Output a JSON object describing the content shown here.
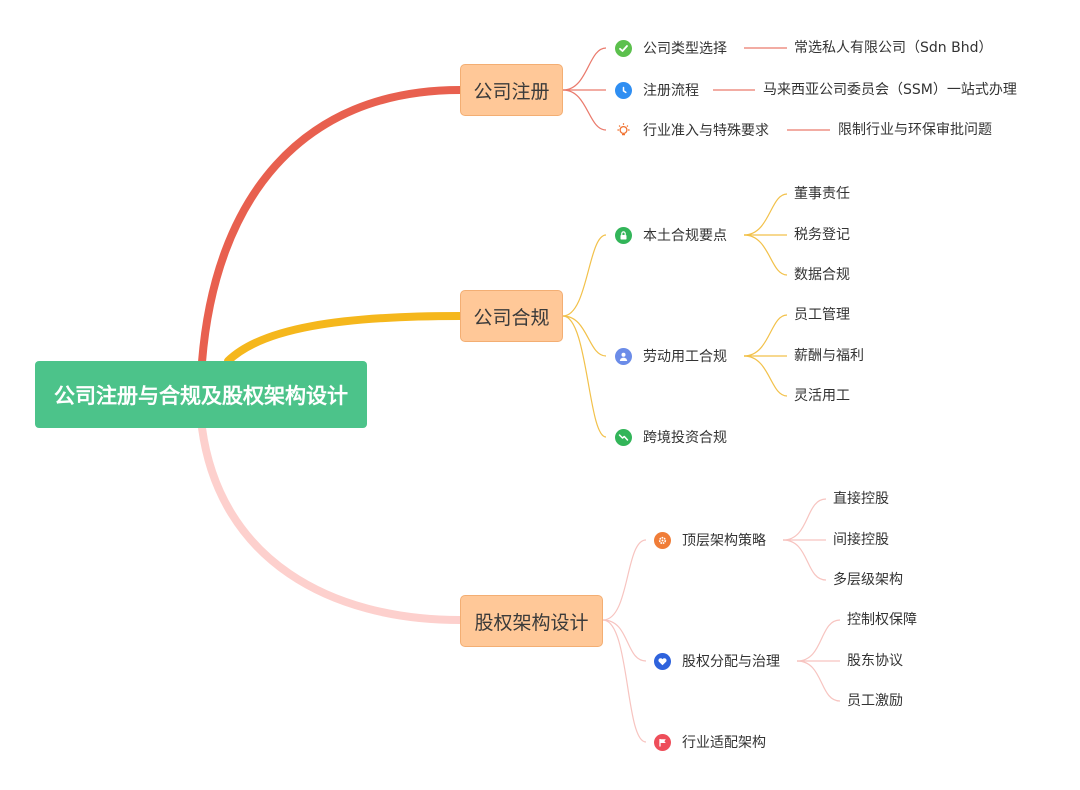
{
  "root": {
    "label": "公司注册与合规及股权架构设计"
  },
  "branches": [
    {
      "label": "公司注册",
      "color": "#e8604f",
      "items": [
        {
          "label": "公司类型选择",
          "icon": "check-circle-icon",
          "icon_color": "#5cc04d",
          "note": "常选私人有限公司（Sdn Bhd）"
        },
        {
          "label": "注册流程",
          "icon": "clock-icon",
          "icon_color": "#2f8ef2",
          "note": "马来西亚公司委员会（SSM）一站式办理"
        },
        {
          "label": "行业准入与特殊要求",
          "icon": "lightbulb-icon",
          "icon_color": "#f0712f",
          "note": "限制行业与环保审批问题"
        }
      ]
    },
    {
      "label": "公司合规",
      "color": "#f5b71c",
      "items": [
        {
          "label": "本土合规要点",
          "icon": "lock-icon",
          "icon_color": "#32b559",
          "children": [
            "董事责任",
            "税务登记",
            "数据合规"
          ]
        },
        {
          "label": "劳动用工合规",
          "icon": "user-icon",
          "icon_color": "#6b8ce8",
          "children": [
            "员工管理",
            "薪酬与福利",
            "灵活用工"
          ]
        },
        {
          "label": "跨境投资合规",
          "icon": "trend-icon",
          "icon_color": "#32b559",
          "children": []
        }
      ]
    },
    {
      "label": "股权架构设计",
      "color": "#f8c7c4",
      "items": [
        {
          "label": "顶层架构策略",
          "icon": "gear-icon",
          "icon_color": "#f07d38",
          "children": [
            "直接控股",
            "间接控股",
            "多层级架构"
          ]
        },
        {
          "label": "股权分配与治理",
          "icon": "heart-icon",
          "icon_color": "#2f63dc",
          "children": [
            "控制权保障",
            "股东协议",
            "员工激励"
          ]
        },
        {
          "label": "行业适配架构",
          "icon": "flag-icon",
          "icon_color": "#ee4e5a",
          "children": []
        }
      ]
    }
  ]
}
